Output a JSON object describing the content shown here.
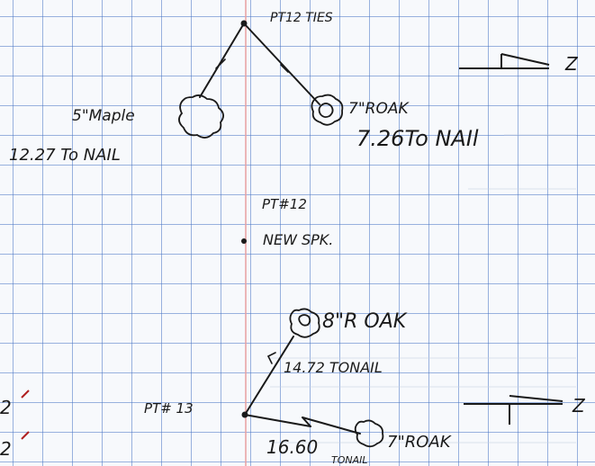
{
  "labels": {
    "pt12_ties": "PT12 TIES",
    "maple": "5\"Maple",
    "maple_dist": "12.27 To NAIL",
    "roak1": "7\"ROAK",
    "roak1_dist": "7.26To NAIl",
    "pt12": "PT#12",
    "new_spk": "NEW SPK.",
    "roak8": "8\"R OAK",
    "roak8_dist": "14.72 TONAIL",
    "pt13": "PT# 13",
    "roak7b": "7\"ROAK",
    "roak7b_dist": "16.60",
    "roak7b_to": "TONAIL",
    "edge_mark_1": "2",
    "edge_mark_2": "2",
    "north_1": "Z",
    "north_2": "Z"
  },
  "colors": {
    "grid": "#4a76c4",
    "margin": "#e8a0a0",
    "ink": "#1a1a1a"
  }
}
